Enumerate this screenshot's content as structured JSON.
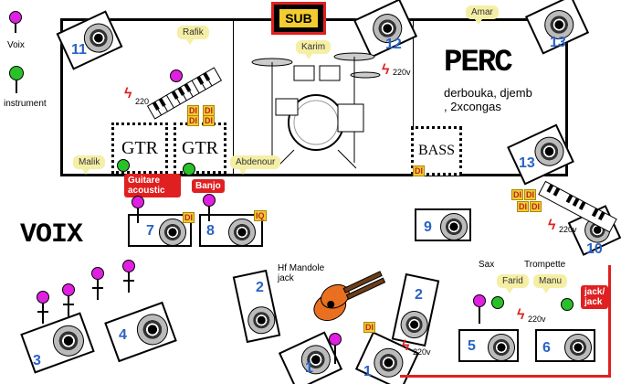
{
  "title": "",
  "sub_label": "SUB",
  "legend": {
    "voice": "Voix",
    "instrument": "instrument"
  },
  "section_voix": "VOIX",
  "perc": {
    "title": "PERC",
    "description": "derbouka, djemb\n, 2xcongas"
  },
  "amps": {
    "gtr1": "GTR",
    "gtr2": "GTR",
    "bass": "BASS"
  },
  "musicians": {
    "rafik": "Rafik",
    "karim": "Karim",
    "amar": "Amar",
    "malik": "Malik",
    "abdenour": "Abdenour",
    "farid": "Farid",
    "manu": "Manu"
  },
  "instruments": {
    "guitare": "Guitare acoustic",
    "banjo": "Banjo",
    "sax": "Sax",
    "trompette": "Trompette",
    "mandole": "Hf Mandole\njack",
    "jack": "jack/\njack"
  },
  "di": "DI",
  "power": "220v",
  "power_alt": "220",
  "monitors": [
    "11",
    "12",
    "13",
    "13",
    "10",
    "7",
    "8",
    "9",
    "3",
    "4",
    "2",
    "2",
    "1",
    "1",
    "5",
    "6"
  ],
  "colors": {
    "accent_red": "#e02020",
    "number_blue": "#2a62c4",
    "bubble": "#f5efa6",
    "mic": "#e020e0",
    "instrument": "#2ac02a"
  }
}
